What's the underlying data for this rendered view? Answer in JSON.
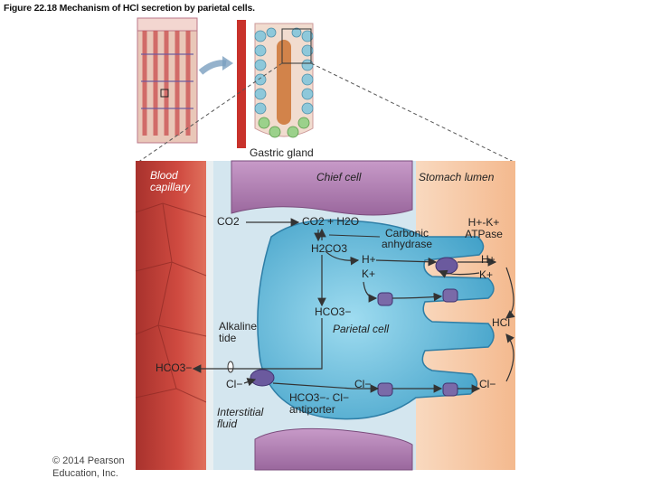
{
  "figure_title": "Figure 22.18  Mechanism of HCl secretion by parietal cells.",
  "labels": {
    "gastric_gland": "Gastric gland",
    "blood_capillary": "Blood capillary",
    "chief_cell": "Chief cell",
    "stomach_lumen": "Stomach lumen",
    "co2_blood": "CO2",
    "co2_h2o": "CO2 + H2O",
    "h2co3": "H2CO3",
    "carbonic_anhydrase": "Carbonic anhydrase",
    "h_plus": "H+",
    "k_plus": "K+",
    "hk_atpase": "H+-K+ ATPase",
    "h_plus_lumen": "H+",
    "k_plus_lumen": "K+",
    "hco3_cell": "HCO3−",
    "alkaline_tide": "Alkaline tide",
    "parietal_cell": "Parietal cell",
    "hcl": "HCl",
    "hco3_blood": "HCO3−",
    "cl_interstitial": "Cl−",
    "interstitial_fluid": "Interstitial fluid",
    "antiporter": "HCO3−- Cl− antiporter",
    "cl_cell": "Cl−",
    "cl_lumen": "Cl−"
  },
  "copyright": "© 2014 Pearson Education, Inc.",
  "colors": {
    "capillary": "#c9403a",
    "interstitial": "#cfe3ee",
    "chief": "#b784b8",
    "parietal": "#5bb8d8",
    "lumen": "#f6c8a4",
    "membrane_protein": "#6b5a9e"
  }
}
